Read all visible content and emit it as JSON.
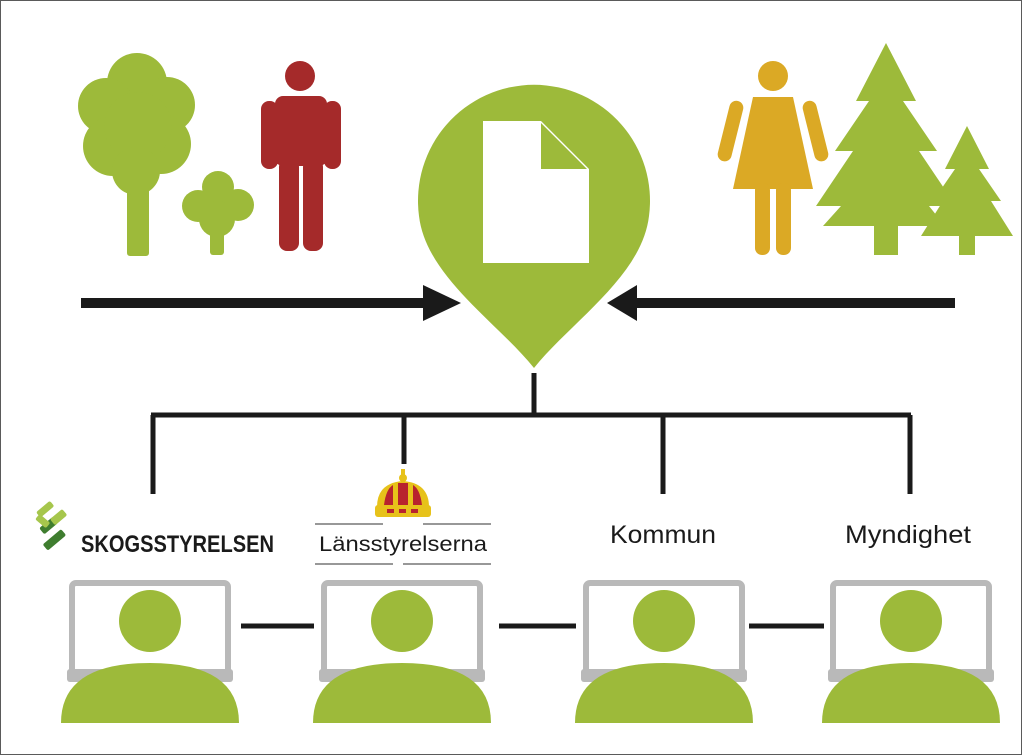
{
  "colors": {
    "green": "#9dba3a",
    "dark_green": "#3f7d2f",
    "light_green": "#a6c64c",
    "red_person": "#a52a2a",
    "yellow_person": "#dba925",
    "arrow": "#1a1a1a",
    "line": "#1a1a1a",
    "laptop_gray": "#b9b9b9",
    "document": "#ffffff",
    "crown_gold": "#e7c21a",
    "crown_red": "#b8232e"
  },
  "organizations": [
    {
      "label": "SKOGSSTYRELSEN",
      "logo": "skogsstyrelsen-logo-icon"
    },
    {
      "label": "Länsstyrelserna",
      "logo": "crown-icon"
    },
    {
      "label": "Kommun"
    },
    {
      "label": "Myndighet"
    }
  ]
}
